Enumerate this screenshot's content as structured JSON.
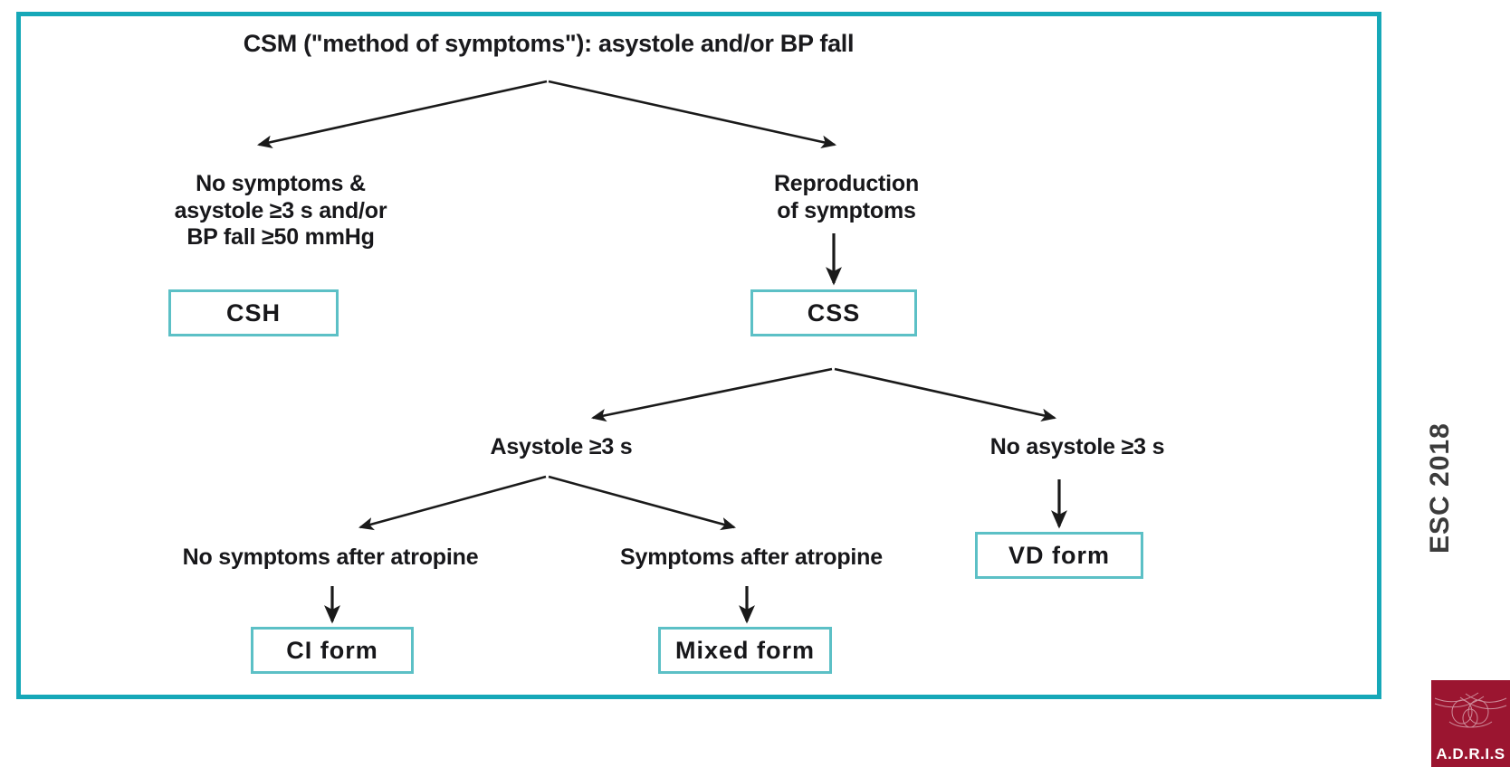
{
  "diagram": {
    "title": "CSM (\"method of symptoms\"): asystole and/or BP fall",
    "type": "flowchart",
    "accent_color": "#16a8b8",
    "box_border_color": "#5cc0c6",
    "text_color": "#17171a",
    "nodes": {
      "root": {
        "label": "CSM (\"method of symptoms\"): asystole and/or BP fall"
      },
      "no_symptoms": {
        "label": "No symptoms &\nasystole ≥3 s and/or\nBP fall ≥50 mmHg"
      },
      "reproduction": {
        "label": "Reproduction\nof symptoms"
      },
      "csh": {
        "label": "CSH"
      },
      "css": {
        "label": "CSS"
      },
      "asystole": {
        "label": "Asystole ≥3 s"
      },
      "no_asystole": {
        "label": "No asystole ≥3 s"
      },
      "vd_form": {
        "label": "VD form"
      },
      "no_symptoms_atropine": {
        "label": "No symptoms after atropine"
      },
      "symptoms_atropine": {
        "label": "Symptoms after atropine"
      },
      "ci_form": {
        "label": "CI form"
      },
      "mixed_form": {
        "label": "Mixed form"
      }
    }
  },
  "watermark": {
    "esc_label": "ESC 2018",
    "logo_text": "A.D.R.I.S",
    "logo_color": "#9b1530"
  }
}
